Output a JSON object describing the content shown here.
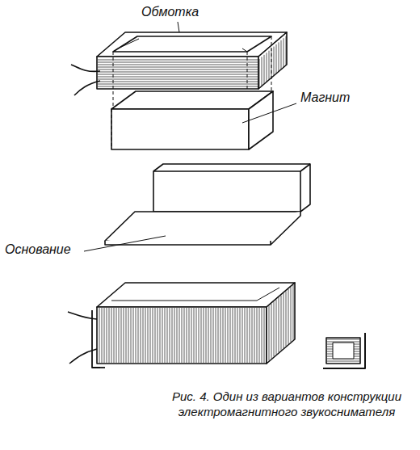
{
  "diagram": {
    "caption": "Рис. 4. Один из вариантов конструкции электромагнитного звукоснимателя",
    "labels": [
      "Обмотка",
      "Магнит",
      "Основание"
    ]
  }
}
